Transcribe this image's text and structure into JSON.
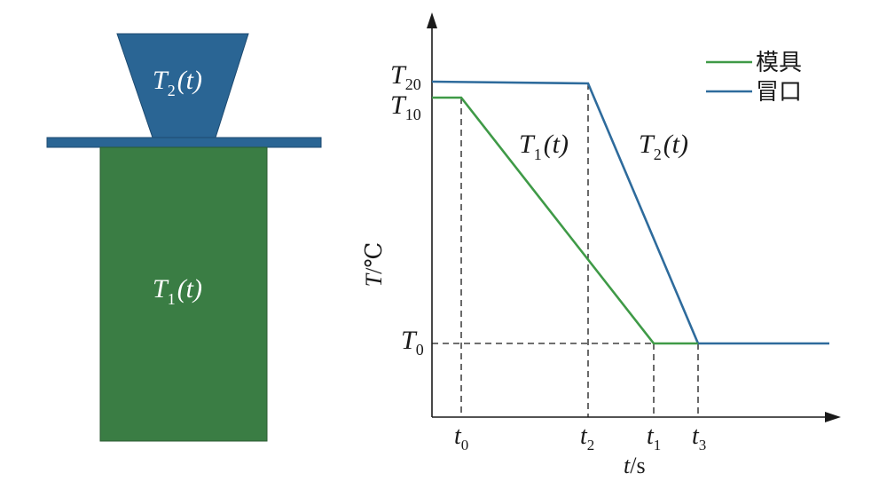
{
  "colors": {
    "mold": "#3a7d44",
    "riser": "#2a6594",
    "mold_line": "#3f9a47",
    "riser_line": "#2e6b9c",
    "axis": "#1a1a1a"
  },
  "left_diagram": {
    "riser_label": {
      "sym": "T",
      "sub": "2",
      "arg": "(t)"
    },
    "mold_label": {
      "sym": "T",
      "sub": "1",
      "arg": "(t)"
    }
  },
  "chart": {
    "y_axis_label": {
      "sym": "T",
      "unit": "/℃"
    },
    "x_axis_label": {
      "sym": "t",
      "unit": "/s"
    },
    "y_ticks": [
      {
        "sym": "T",
        "sub": "20"
      },
      {
        "sym": "T",
        "sub": "10"
      },
      {
        "sym": "T",
        "sub": "0"
      }
    ],
    "x_ticks": [
      {
        "sym": "t",
        "sub": "0"
      },
      {
        "sym": "t",
        "sub": "2"
      },
      {
        "sym": "t",
        "sub": "1"
      },
      {
        "sym": "t",
        "sub": "3"
      }
    ],
    "curve_labels": {
      "mold": {
        "sym": "T",
        "sub": "1",
        "arg": "(t)"
      },
      "riser": {
        "sym": "T",
        "sub": "2",
        "arg": "(t)"
      }
    },
    "legend": {
      "mold": "模具",
      "riser": "冒口"
    }
  }
}
